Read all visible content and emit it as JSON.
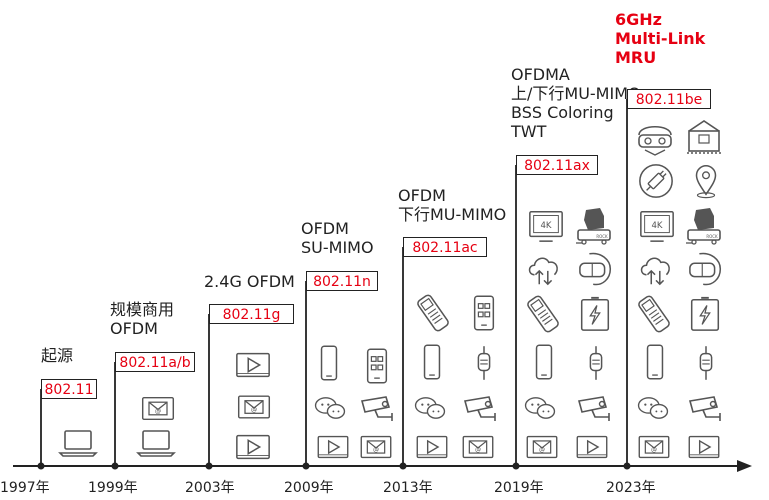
{
  "timeline": {
    "generations": [
      {
        "label_lines": [
          "起源"
        ],
        "standard": "802.11",
        "highlight": false
      },
      {
        "label_lines": [
          "规模商用",
          "OFDM"
        ],
        "standard": "802.11a/b",
        "highlight": false
      },
      {
        "label_lines": [
          "2.4G OFDM"
        ],
        "standard": "802.11g",
        "highlight": false
      },
      {
        "label_lines": [
          "OFDM",
          "SU-MIMO"
        ],
        "standard": "802.11n",
        "highlight": false
      },
      {
        "label_lines": [
          "OFDM",
          "下行MU-MIMO"
        ],
        "standard": "802.11ac",
        "highlight": false
      },
      {
        "label_lines": [
          "OFDMA",
          "上/下行MU-MIMO",
          "BSS Coloring",
          "TWT"
        ],
        "standard": "802.11ax",
        "highlight": false
      },
      {
        "label_lines": [
          "6GHz",
          "Multi-Link",
          "MRU"
        ],
        "standard": "802.11be",
        "highlight": true
      }
    ],
    "years": [
      "1997年",
      "1999年",
      "2003年",
      "2009年",
      "2013年",
      "2019年",
      "2023年"
    ],
    "colors": {
      "accent": "#e60012",
      "line": "#222222",
      "icon": "#555555"
    },
    "icons": {
      "laptop": "laptop-icon",
      "mail": "email-icon",
      "video": "video-icon",
      "phone": "smartphone-icon",
      "chat": "chat-icon",
      "camera": "security-camera-icon",
      "apps": "app-grid-icon",
      "medical": "infusion-pump-icon",
      "pos": "pos-terminal-icon",
      "tv4k": "tv-4k-icon",
      "robot": "delivery-robot-icon",
      "cloud": "cloud-transfer-icon",
      "vr": "vr-headset-icon",
      "battery": "battery-charging-icon",
      "ar": "ar-glasses-icon",
      "factory": "smart-factory-icon",
      "plug": "power-plug-icon",
      "location": "location-pin-icon"
    },
    "icon_texts": {
      "tv": "4K",
      "robot": "ROCK"
    }
  }
}
